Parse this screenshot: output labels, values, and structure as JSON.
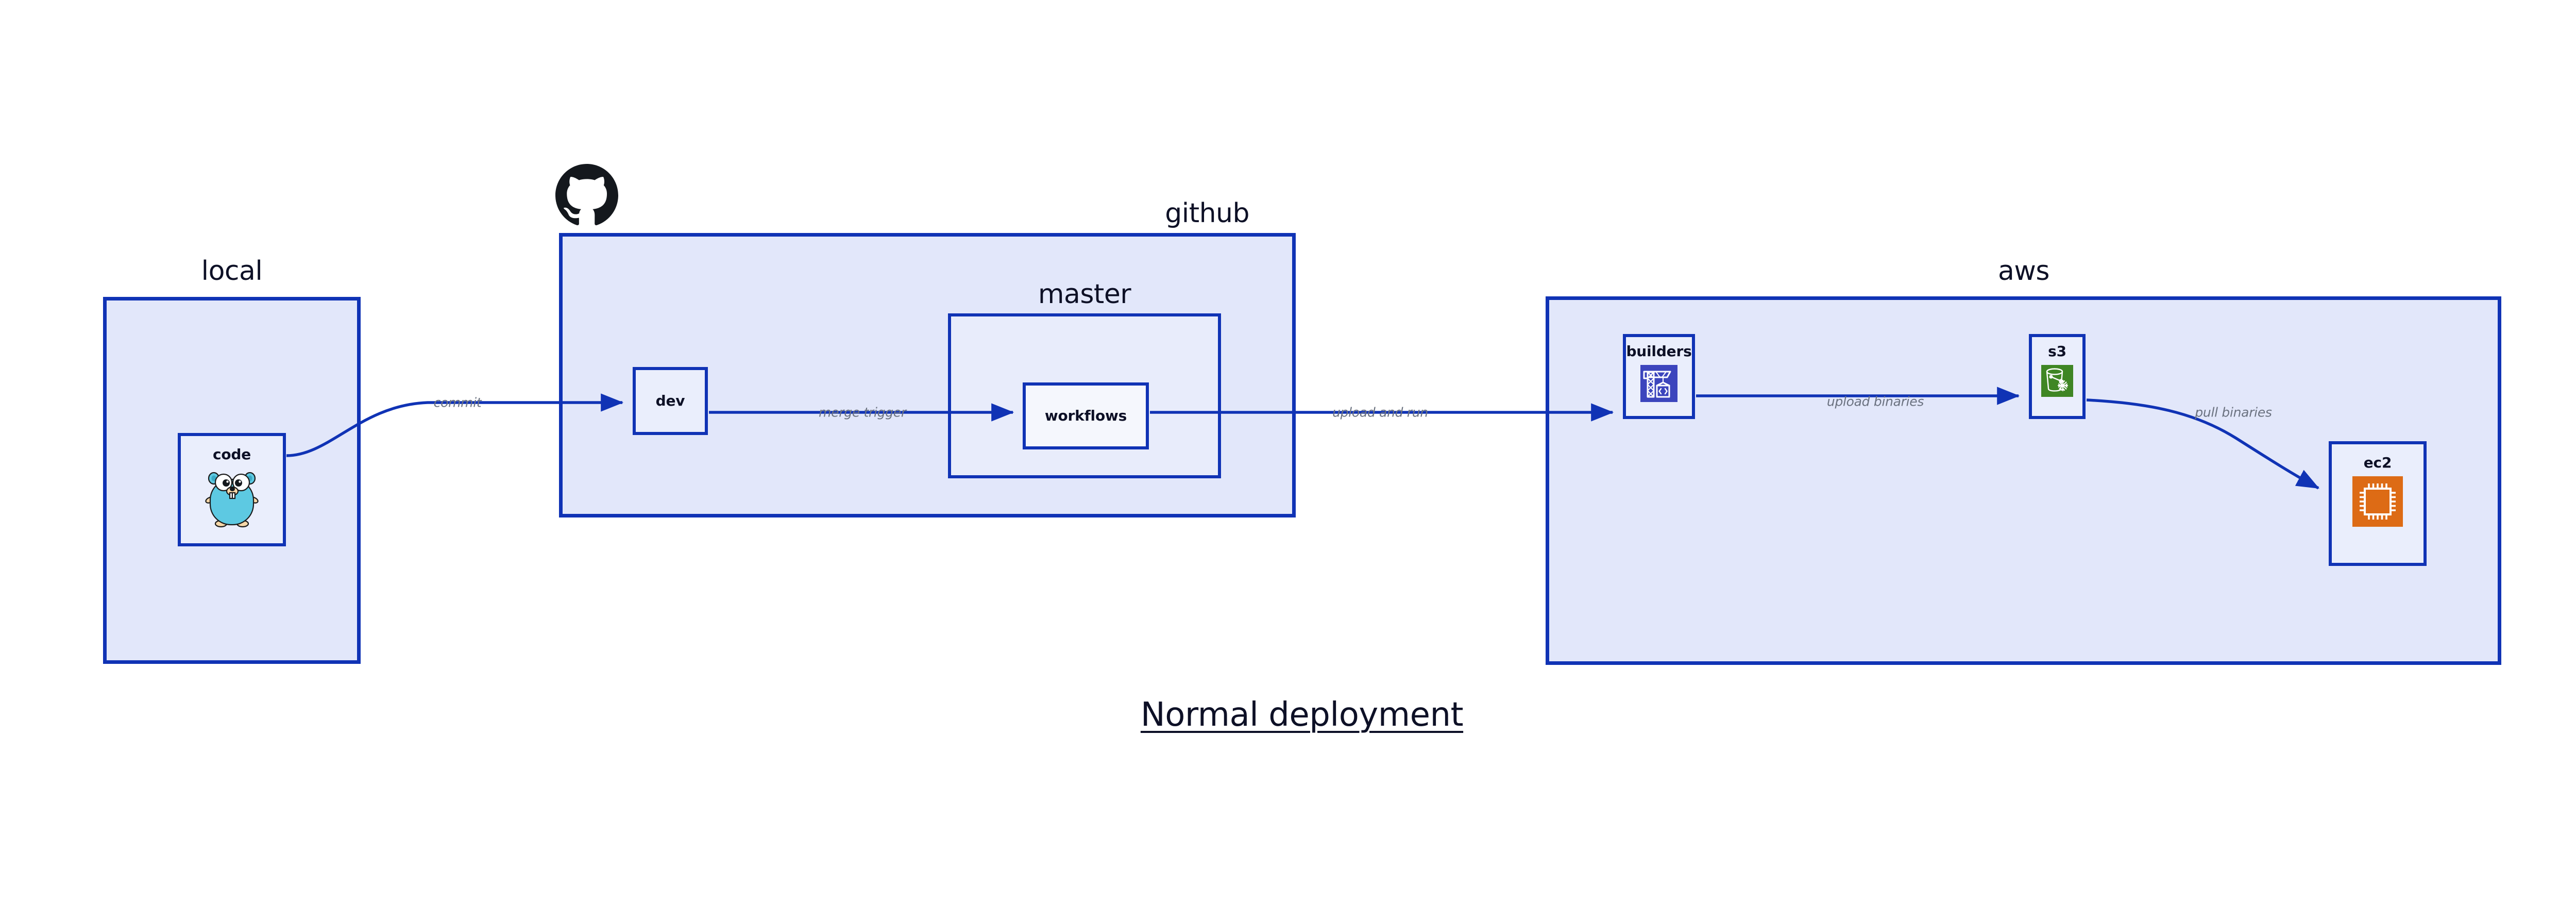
{
  "diagram": {
    "title": "Normal deployment",
    "background_color": "#ffffff",
    "accent_color": "#1033b5",
    "cluster_fill": "#e2e7fa",
    "node_fill": "#eaeefc",
    "label_color": "#6b7280",
    "text_color": "#0d1026"
  },
  "clusters": [
    {
      "id": "local",
      "label": "local"
    },
    {
      "id": "github",
      "label": "github"
    },
    {
      "id": "master",
      "label": "master"
    },
    {
      "id": "aws",
      "label": "aws"
    }
  ],
  "nodes": [
    {
      "id": "code",
      "label": "code",
      "icon": "go-gopher-icon",
      "icon_color": "#5dc9e2"
    },
    {
      "id": "dev",
      "label": "dev",
      "icon": "none",
      "icon_color": ""
    },
    {
      "id": "workflows",
      "label": "workflows",
      "icon": "none",
      "icon_color": ""
    },
    {
      "id": "builders",
      "label": "builders",
      "icon": "aws-codebuild-icon",
      "icon_color": "#3c45bd"
    },
    {
      "id": "s3",
      "label": "s3",
      "icon": "aws-s3-glacier-icon",
      "icon_color": "#3f8624"
    },
    {
      "id": "ec2",
      "label": "ec2",
      "icon": "aws-ec2-icon",
      "icon_color": "#dd6b15"
    }
  ],
  "edges": [
    {
      "id": "code-dev",
      "from": "code",
      "to": "dev",
      "label": "commit"
    },
    {
      "id": "dev-workflows",
      "from": "dev",
      "to": "workflows",
      "label": "merge trigger"
    },
    {
      "id": "workflows-builders",
      "from": "workflows",
      "to": "builders",
      "label": "upload and run"
    },
    {
      "id": "builders-s3",
      "from": "builders",
      "to": "s3",
      "label": "upload binaries"
    },
    {
      "id": "s3-ec2",
      "from": "s3",
      "to": "ec2",
      "label": "pull binaries"
    }
  ],
  "brand_marks": [
    {
      "id": "github-mark",
      "name": "github-octocat-icon",
      "color": "#14181d"
    }
  ]
}
